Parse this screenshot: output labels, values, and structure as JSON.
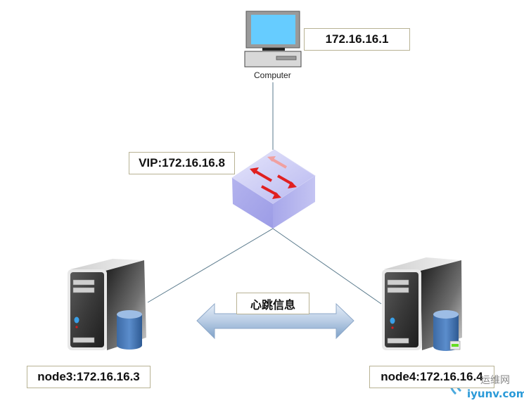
{
  "diagram": {
    "computer": {
      "caption": "Computer",
      "ip_label": "172.16.16.1"
    },
    "switch": {
      "vip_label": "VIP:172.16.16.8"
    },
    "heartbeat": {
      "label": "心跳信息"
    },
    "node3": {
      "label": "node3:172.16.16.3"
    },
    "node4": {
      "label": "node4:172.16.16.4"
    },
    "watermark": {
      "text1": "运维网",
      "text2": "iyunv.com"
    },
    "colors": {
      "line": "#5a7a8c",
      "arrow_fill": "#b9cde4",
      "switch_top": "#c9c9f5",
      "switch_arrow": "#e02020",
      "screen": "#66ccff",
      "disk": "#4f81bd"
    }
  }
}
